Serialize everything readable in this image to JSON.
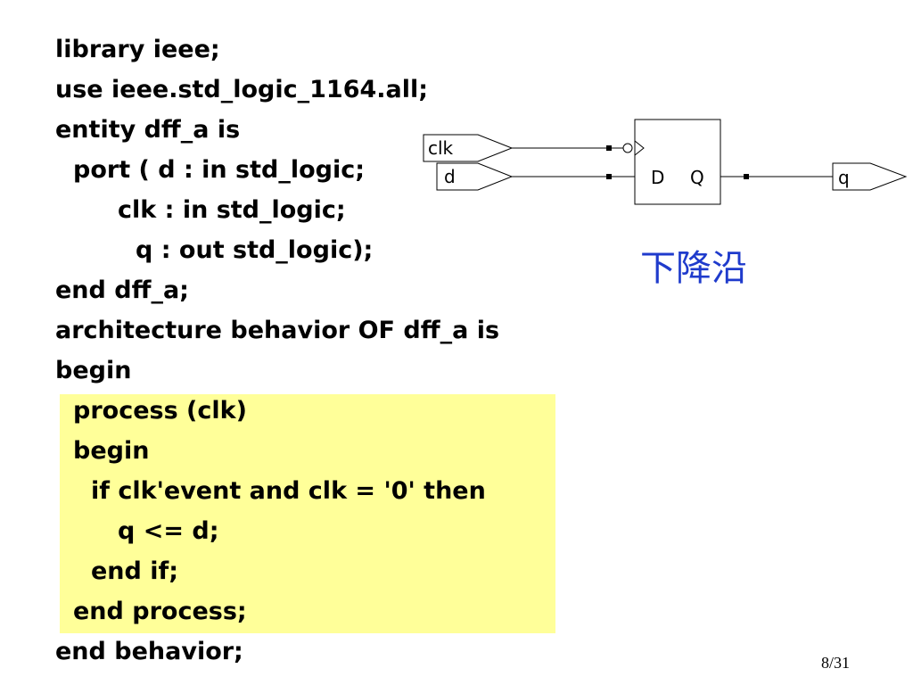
{
  "code": {
    "lines": [
      "library ieee;",
      "use ieee.std_logic_1164.all;",
      "entity dff_a is",
      "port ( d : in std_logic;",
      "clk : in std_logic;",
      "q : out std_logic);",
      "end dff_a;",
      "architecture behavior OF dff_a is",
      "begin",
      "process (clk)",
      "begin",
      "if clk'event and clk = '0' then",
      "q <= d;",
      "end if;",
      "end process;",
      "end behavior;"
    ],
    "highlight_color": "#ffff99"
  },
  "diagram": {
    "input_clk": "clk",
    "input_d": "d",
    "pin_d": "D",
    "pin_q": "Q",
    "output_q": "q"
  },
  "annotation": {
    "text": "下降沿",
    "color": "#1f3bcc"
  },
  "footer": {
    "page_number": "8/31"
  }
}
